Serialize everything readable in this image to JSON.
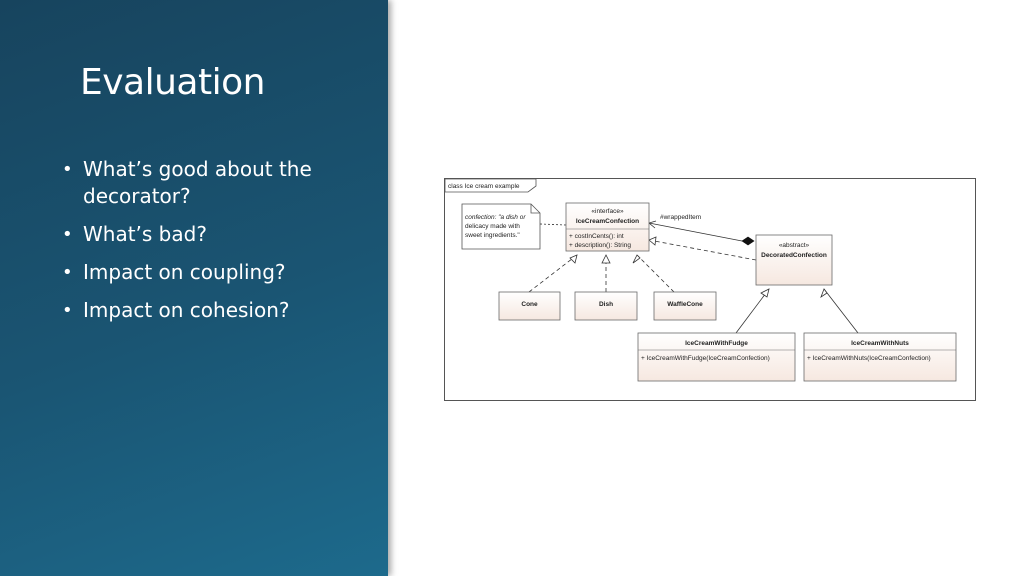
{
  "slide": {
    "title": "Evaluation",
    "bullets": [
      "What’s good about the decorator?",
      "What’s bad?",
      "Impact on coupling?",
      "Impact on cohesion?"
    ]
  },
  "diagram": {
    "frame_label": "class Ice cream example",
    "note": {
      "lines": [
        "confection: \"a dish or",
        "delicacy made with",
        "sweet ingredients.\""
      ]
    },
    "interface": {
      "stereotype": "«interface»",
      "name": "IceCreamConfection",
      "members": [
        "+   costInCents(): int",
        "+   description(): String"
      ]
    },
    "abstract": {
      "stereotype": "«abstract»",
      "name": "DecoratedConfection"
    },
    "classes": {
      "cone": "Cone",
      "dish": "Dish",
      "waffle": "WaffleCone",
      "fudge": "IceCreamWithFudge",
      "nuts": "IceCreamWithNuts"
    },
    "fudge_member": "+   IceCreamWithFudge(IceCreamConfection)",
    "nuts_member": "+   IceCreamWithNuts(IceCreamConfection)",
    "assoc_label": "#wrappedItem"
  },
  "colors": {
    "panel": "#1a5573",
    "box_fill": "#fdf3ee",
    "box_stroke": "#6a6a6a"
  }
}
